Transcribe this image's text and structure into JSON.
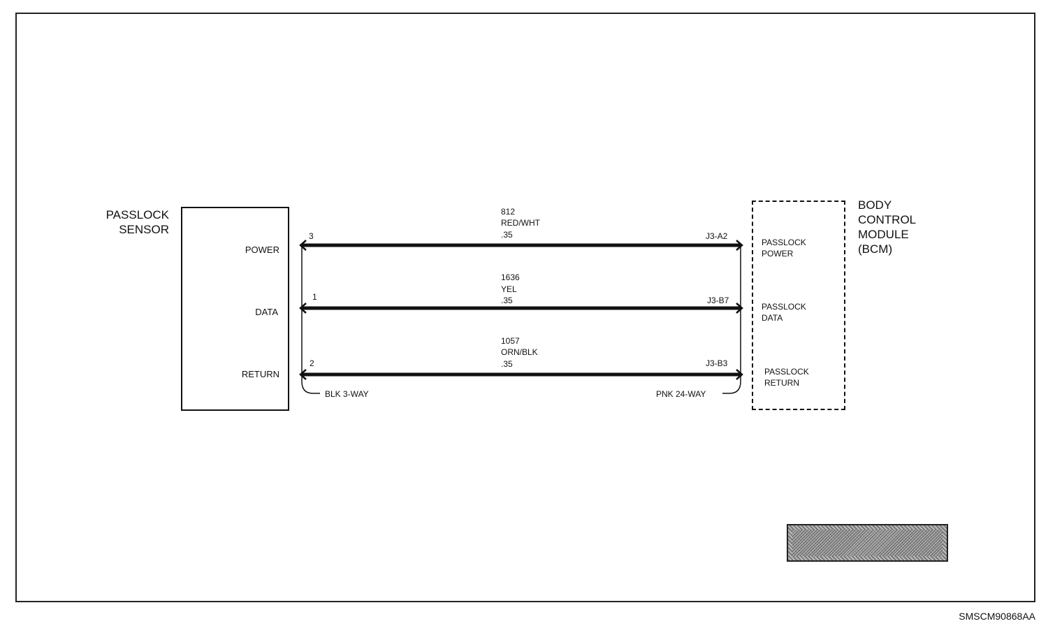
{
  "figure_code": "SMSCM90868AA",
  "sensor": {
    "title_line1": "PASSLOCK",
    "title_line2": "SENSOR",
    "pins": {
      "power": "POWER",
      "data": "DATA",
      "return": "RETURN"
    },
    "connector": "BLK 3-WAY"
  },
  "bcm": {
    "title_line1": "BODY",
    "title_line2": "CONTROL",
    "title_line3": "MODULE",
    "title_line4": "(BCM)",
    "connector": "PNK 24-WAY",
    "labels": {
      "power_1": "PASSLOCK",
      "power_2": "POWER",
      "data_1": "PASSLOCK",
      "data_2": "DATA",
      "return_1": "PASSLOCK",
      "return_2": "RETURN"
    }
  },
  "wires": [
    {
      "sensor_pin": "3",
      "circuit": "812",
      "color": "RED/WHT",
      "gauge": ".35",
      "bcm_pin": "J3-A2"
    },
    {
      "sensor_pin": "1",
      "circuit": "1636",
      "color": "YEL",
      "gauge": ".35",
      "bcm_pin": "J3-B7"
    },
    {
      "sensor_pin": "2",
      "circuit": "1057",
      "color": "ORN/BLK",
      "gauge": ".35",
      "bcm_pin": "J3-B3"
    }
  ]
}
